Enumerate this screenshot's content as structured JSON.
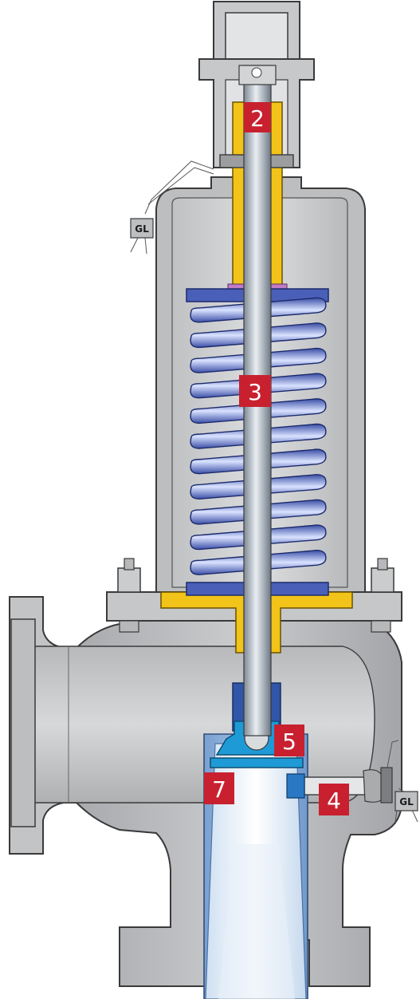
{
  "callouts": [
    {
      "id": "2",
      "label": "2"
    },
    {
      "id": "3",
      "label": "3"
    },
    {
      "id": "4",
      "label": "4"
    },
    {
      "id": "5",
      "label": "5"
    },
    {
      "id": "7",
      "label": "7"
    }
  ],
  "seal_tags": [
    {
      "id": "top",
      "label": "GL"
    },
    {
      "id": "side",
      "label": "GL"
    }
  ],
  "colors": {
    "body_gray": "#b4b6b8",
    "inner_gray": "#d2d4d6",
    "outline": "#3a3a3a",
    "spring_blue": "#4a5fb8",
    "nozzle_blue": "#8fb2dc",
    "disc_blue": "#1e9bd7",
    "yellow": "#f2c318",
    "callout_red": "#c8202f"
  }
}
